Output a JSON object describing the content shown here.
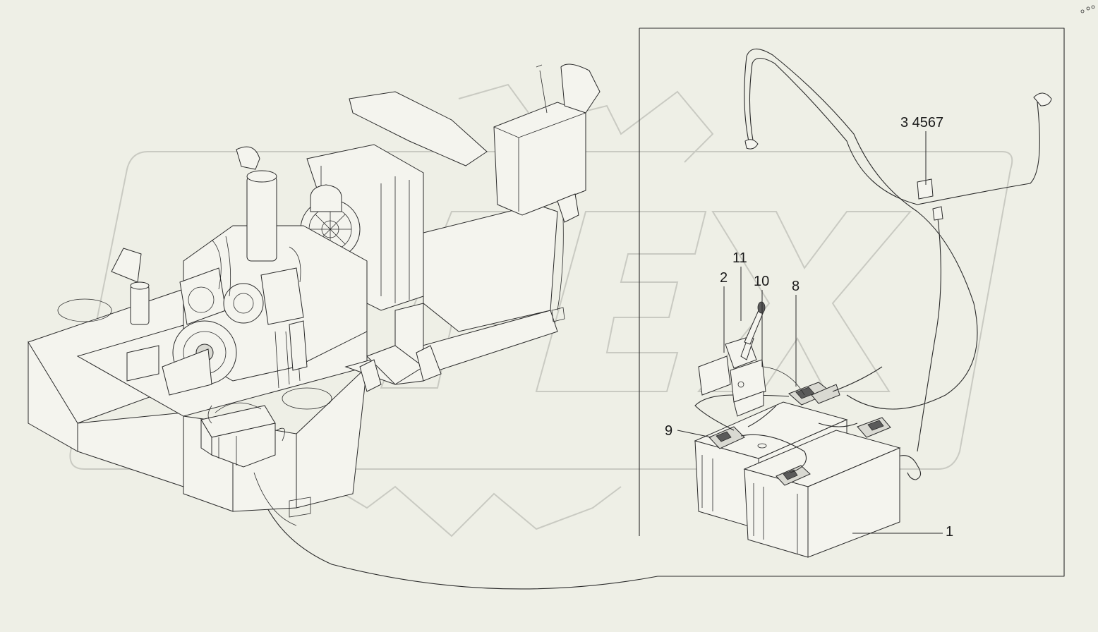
{
  "callouts": {
    "c1": "1",
    "c2": "2",
    "c8": "8",
    "c9": "9",
    "c10": "10",
    "c11": "11",
    "c34567": "3 4567"
  },
  "colors": {
    "background": "#eeefe6",
    "line": "#2a2a2a",
    "watermark": "#c9cac2"
  }
}
